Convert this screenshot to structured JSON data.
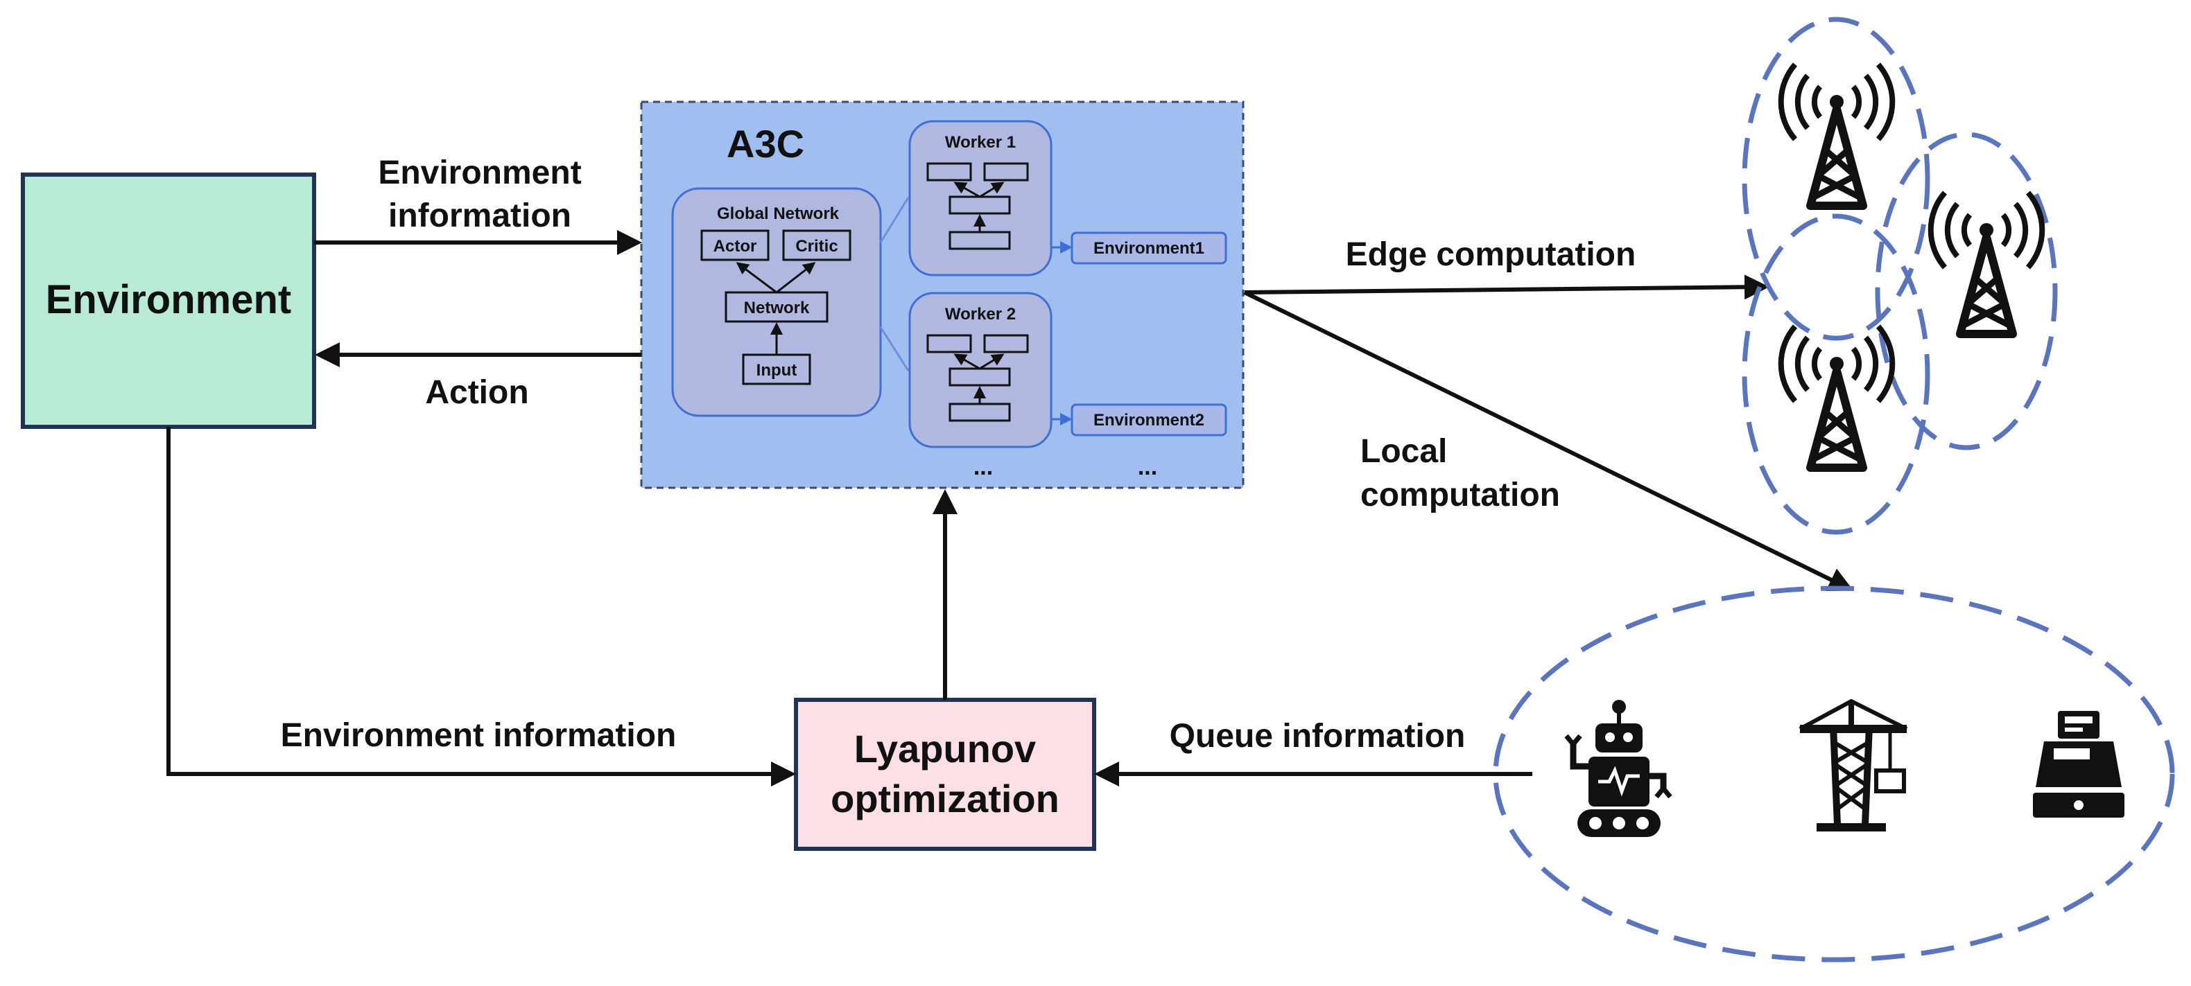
{
  "colors": {
    "environment_fill": "#b9ead6",
    "box_border": "#1f3354",
    "lyapunov_fill": "#fde0e6",
    "a3c_fill": "#a0bff0",
    "inner_fill": "#b0b8df",
    "inner_border": "#3d6fd6",
    "env_label_fill": "#a9b8e8",
    "dashed_region": "#5b75bd",
    "arrow": "#111111"
  },
  "nodes": {
    "environment": "Environment",
    "lyapunov": [
      "Lyapunov",
      "optimization"
    ]
  },
  "a3c": {
    "title": "A3C",
    "global_network": {
      "title": "Global Network",
      "actor": "Actor",
      "critic": "Critic",
      "network": "Network",
      "input": "Input"
    },
    "worker1": "Worker 1",
    "worker2": "Worker 2",
    "environment1": "Environment1",
    "environment2": "Environment2",
    "ellipsis_workers": "...",
    "ellipsis_envs": "..."
  },
  "edges": {
    "env_to_a3c": [
      "Environment",
      "information"
    ],
    "a3c_to_env": "Action",
    "env_to_lyapunov": "Environment information",
    "queue_to_lyapunov": "Queue information",
    "edge_computation": "Edge computation",
    "local_computation": [
      "Local",
      "computation"
    ]
  },
  "icons": {
    "towers": [
      "cell-tower-icon",
      "cell-tower-icon",
      "cell-tower-icon"
    ],
    "devices": [
      "robot-icon",
      "crane-icon",
      "cash-register-icon"
    ]
  }
}
